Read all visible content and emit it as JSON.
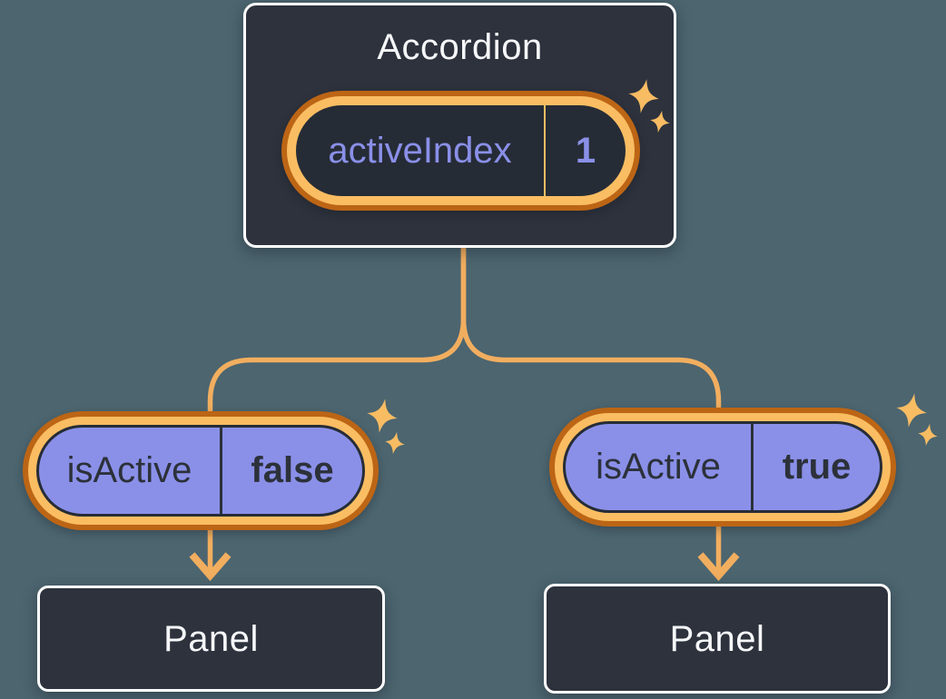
{
  "diagram": {
    "root": {
      "title": "Accordion",
      "state_pill": {
        "label": "activeIndex",
        "value": "1"
      }
    },
    "children": [
      {
        "prop_pill": {
          "label": "isActive",
          "value": "false"
        },
        "node_title": "Panel"
      },
      {
        "prop_pill": {
          "label": "isActive",
          "value": "true"
        },
        "node_title": "Panel"
      }
    ]
  },
  "icons": {
    "sparkle": "four-point-star ✦",
    "arrow": "arrow-down ↓"
  },
  "colors": {
    "background": "#4c656f",
    "node_fill": "#2d323d",
    "node_border": "#ffffff",
    "pill_interior_dark": "#262c36",
    "pill_interior_purple": "#8a90e8",
    "ring_outer_orange": "#bc6515",
    "ring_inner_orange": "#fabd62",
    "connector_orange": "#f2ae5f",
    "sparkle_orange": "#f8bc63",
    "text_light": "#f6f7f9",
    "text_purple": "#8a90e8",
    "text_dark": "#2c313a"
  }
}
